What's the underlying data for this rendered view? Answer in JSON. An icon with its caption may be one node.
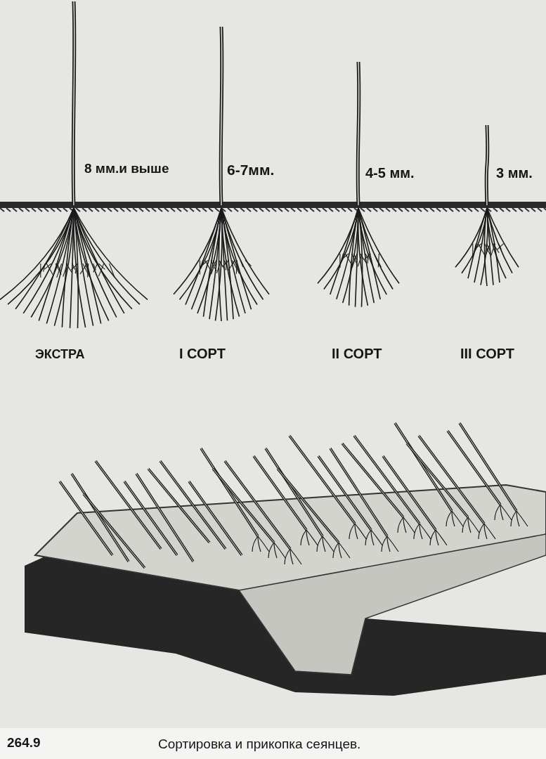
{
  "diagram": {
    "caption": "Сортировка и прикопка сеянцев.",
    "labels": [
      "8 мм.и выше",
      "6-7мм.",
      "4-5 мм.",
      "3 мм.",
      "ЭКСТРА",
      "I СОРТ",
      "II СОРТ",
      "III СОРТ",
      "264.9"
    ]
  }
}
